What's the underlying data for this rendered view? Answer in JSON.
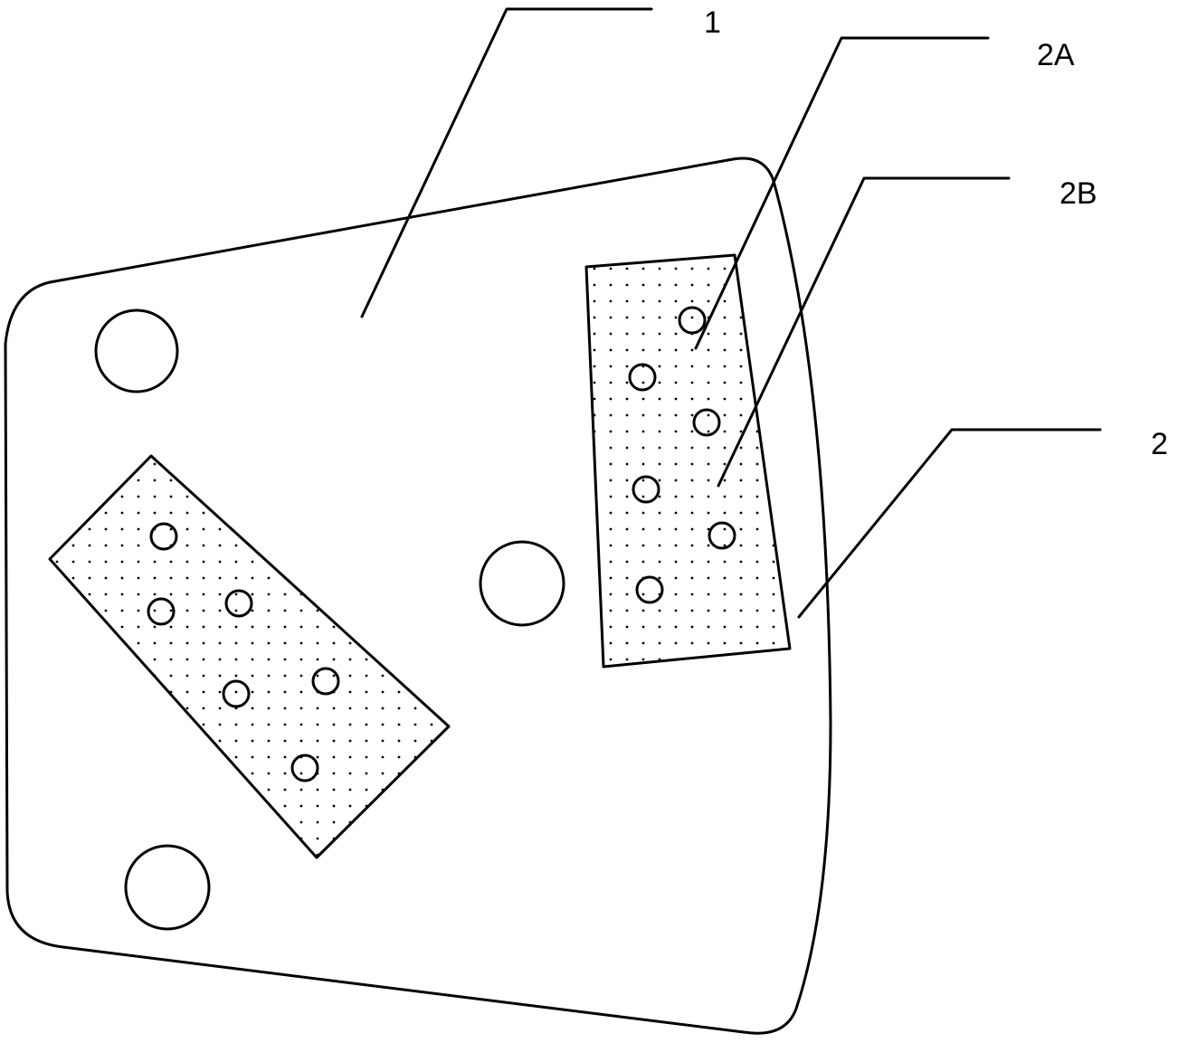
{
  "labels": {
    "base": "1",
    "segment": "2",
    "diamond_particle": "2A",
    "matrix": "2B"
  },
  "colors": {
    "line": "#000000",
    "background": "#ffffff"
  }
}
